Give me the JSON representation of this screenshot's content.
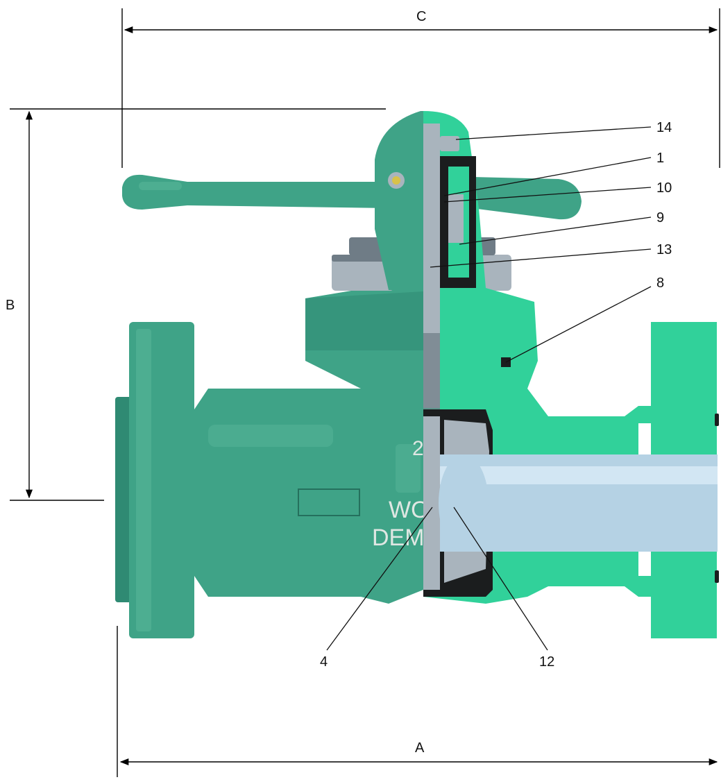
{
  "dimensions": {
    "a": "A",
    "b": "B",
    "c": "C"
  },
  "callouts": {
    "p14": "14",
    "p1": "1",
    "p10": "10",
    "p9": "9",
    "p13": "13",
    "p8": "8",
    "p4": "4",
    "p12": "12"
  },
  "casting": {
    "line1": "WO",
    "line2": "DEM",
    "size_mark": "2"
  },
  "colors": {
    "body": "#3fa387",
    "section_cut": "#31d19a",
    "steel": "#a9b4bd",
    "bore": "#b5d2e4"
  }
}
